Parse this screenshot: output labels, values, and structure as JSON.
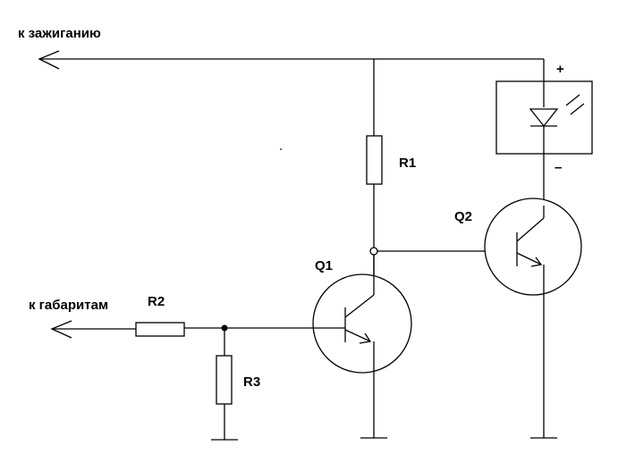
{
  "labels": {
    "ignition": "к зажиганию",
    "parking_lights": "к габаритам",
    "r1": "R1",
    "r2": "R2",
    "r3": "R3",
    "q1": "Q1",
    "q2": "Q2",
    "plus": "+",
    "minus": "–"
  },
  "colors": {
    "line": "#000000",
    "background": "#ffffff"
  }
}
